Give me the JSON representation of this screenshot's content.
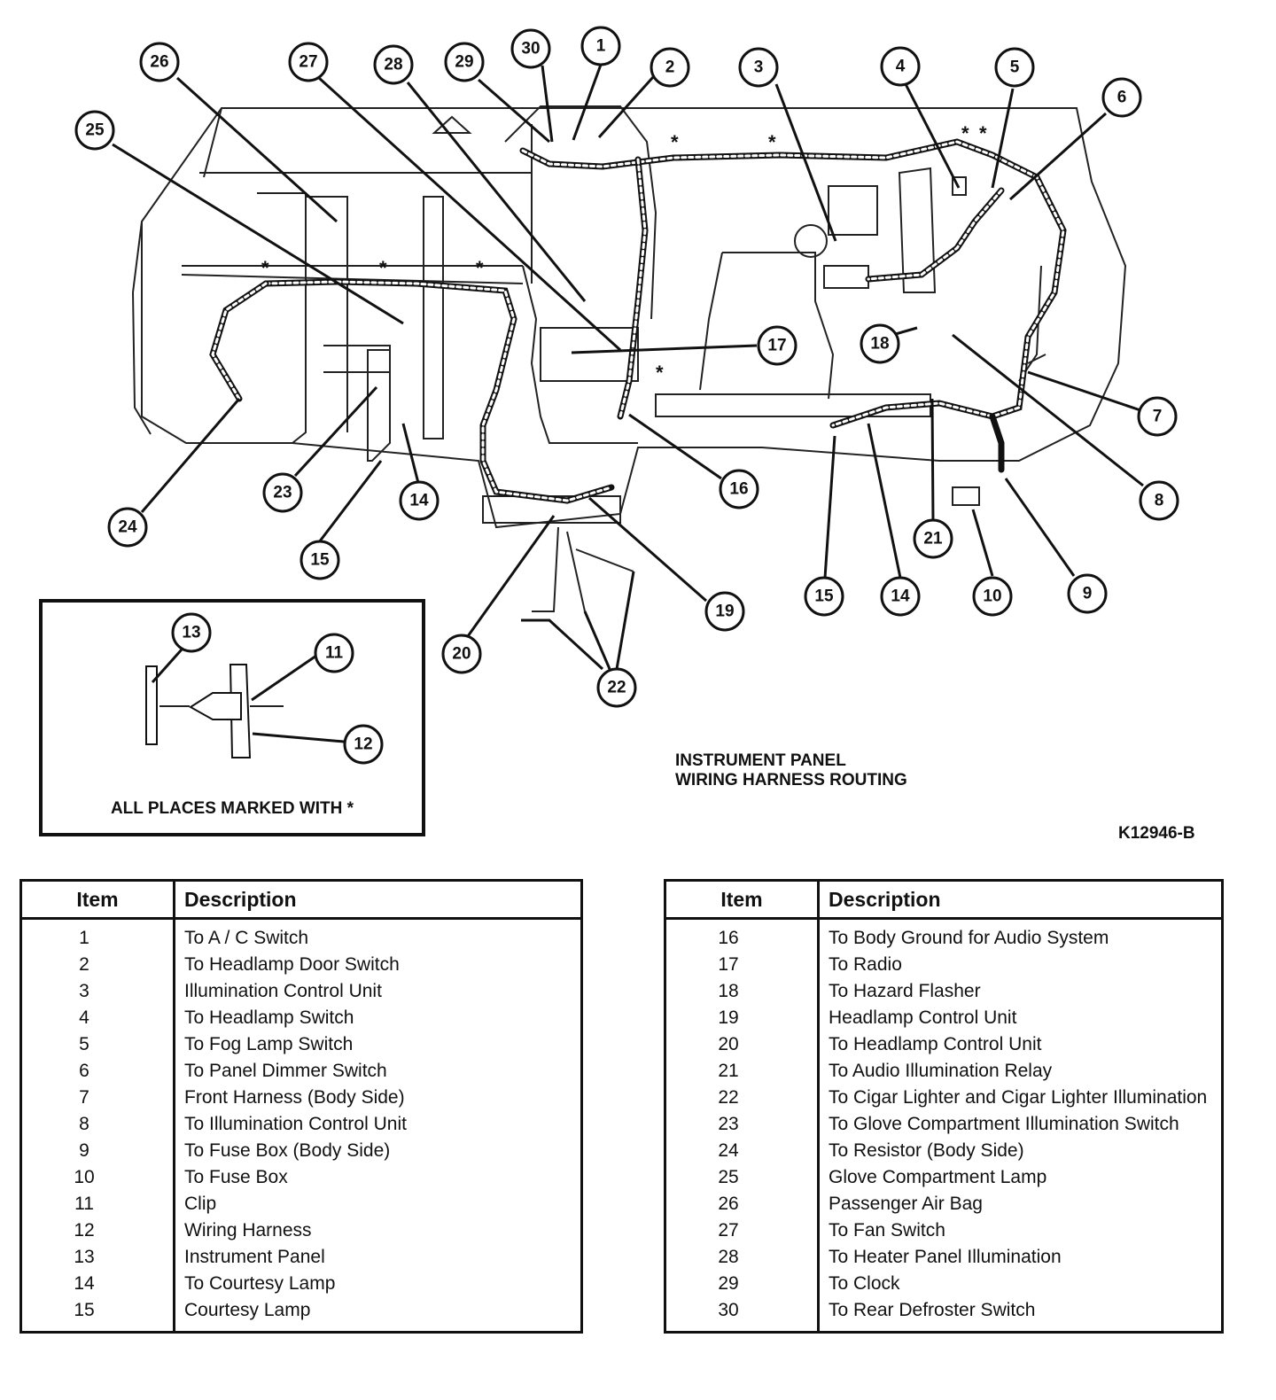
{
  "figure": {
    "title_line1": "INSTRUMENT PANEL",
    "title_line2": "WIRING HARNESS ROUTING",
    "code": "K12946-B",
    "inset_note": "ALL PLACES MARKED WITH *",
    "asterisk": "*"
  },
  "callouts": [
    "1",
    "2",
    "3",
    "4",
    "5",
    "6",
    "7",
    "8",
    "9",
    "10",
    "11",
    "12",
    "13",
    "14",
    "15",
    "16",
    "17",
    "18",
    "19",
    "20",
    "21",
    "22",
    "23",
    "24",
    "25",
    "26",
    "27",
    "28",
    "29",
    "30"
  ],
  "tables": {
    "header_item": "Item",
    "header_description": "Description",
    "left": [
      {
        "item": "1",
        "description": "To A / C Switch"
      },
      {
        "item": "2",
        "description": "To Headlamp Door Switch"
      },
      {
        "item": "3",
        "description": "Illumination Control Unit"
      },
      {
        "item": "4",
        "description": "To Headlamp Switch"
      },
      {
        "item": "5",
        "description": "To Fog Lamp Switch"
      },
      {
        "item": "6",
        "description": "To Panel Dimmer Switch"
      },
      {
        "item": "7",
        "description": "Front Harness (Body Side)"
      },
      {
        "item": "8",
        "description": "To Illumination Control Unit"
      },
      {
        "item": "9",
        "description": "To Fuse Box (Body Side)"
      },
      {
        "item": "10",
        "description": "To Fuse Box"
      },
      {
        "item": "11",
        "description": "Clip"
      },
      {
        "item": "12",
        "description": "Wiring Harness"
      },
      {
        "item": "13",
        "description": "Instrument Panel"
      },
      {
        "item": "14",
        "description": "To Courtesy Lamp"
      },
      {
        "item": "15",
        "description": "Courtesy Lamp"
      }
    ],
    "right": [
      {
        "item": "16",
        "description": "To Body Ground for Audio System"
      },
      {
        "item": "17",
        "description": "To Radio"
      },
      {
        "item": "18",
        "description": "To Hazard Flasher"
      },
      {
        "item": "19",
        "description": "Headlamp Control Unit"
      },
      {
        "item": "20",
        "description": "To Headlamp Control Unit"
      },
      {
        "item": "21",
        "description": "To Audio Illumination Relay"
      },
      {
        "item": "22",
        "description": "To Cigar Lighter and Cigar Lighter Illumination"
      },
      {
        "item": "23",
        "description": "To Glove Compartment Illumination Switch"
      },
      {
        "item": "24",
        "description": "To Resistor (Body Side)"
      },
      {
        "item": "25",
        "description": "Glove Compartment Lamp"
      },
      {
        "item": "26",
        "description": "Passenger Air Bag"
      },
      {
        "item": "27",
        "description": "To Fan Switch"
      },
      {
        "item": "28",
        "description": "To Heater Panel Illumination"
      },
      {
        "item": "29",
        "description": "To Clock"
      },
      {
        "item": "30",
        "description": "To Rear Defroster Switch"
      }
    ]
  }
}
